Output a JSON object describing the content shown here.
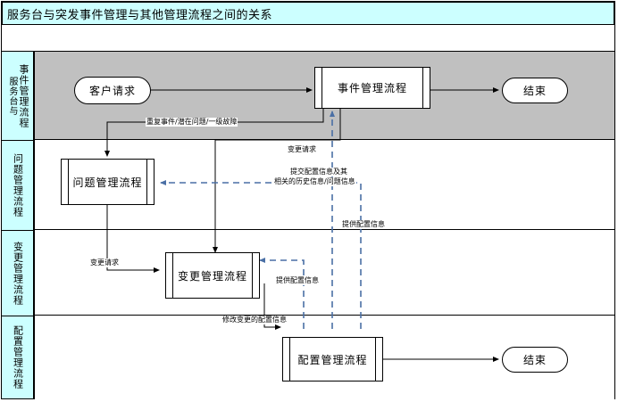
{
  "title": "服务台与突发事件管理与其他管理流程之间的关系",
  "lanes": [
    {
      "name": "lane-incident",
      "label_main": "事件管理流程",
      "label_sub": "服务台与"
    },
    {
      "name": "lane-problem",
      "label_main": "问题管理流程",
      "label_sub": ""
    },
    {
      "name": "lane-change",
      "label_main": "变更管理流程",
      "label_sub": ""
    },
    {
      "name": "lane-configuration",
      "label_main": "配置管理流程",
      "label_sub": ""
    }
  ],
  "nodes": {
    "customer_request": "客户请求",
    "incident_process": "事件管理流程",
    "end_top": "结束",
    "problem_process": "问题管理流程",
    "change_process": "变更管理流程",
    "config_process": "配置管理流程",
    "end_bottom": "结束"
  },
  "edge_labels": {
    "repeat_incident": "重复事件/潜在问题/一级故障",
    "change_request_top": "变更请求",
    "submit_config_line1": "提交配置信息及其",
    "submit_config_line2": "相关的历史信息/问题信息",
    "provide_config_right": "提供配置信息",
    "change_request_left": "变更请求",
    "provide_config_mid": "提供配置信息",
    "modified_config": "修改变更的配置信息"
  },
  "colors": {
    "title_bg": "#ccffff",
    "lane_label_bg": "#ccffff",
    "lane1_bg": "#c0c0c0",
    "dashed_blue": "#4a6fa5",
    "line_black": "#000000"
  }
}
